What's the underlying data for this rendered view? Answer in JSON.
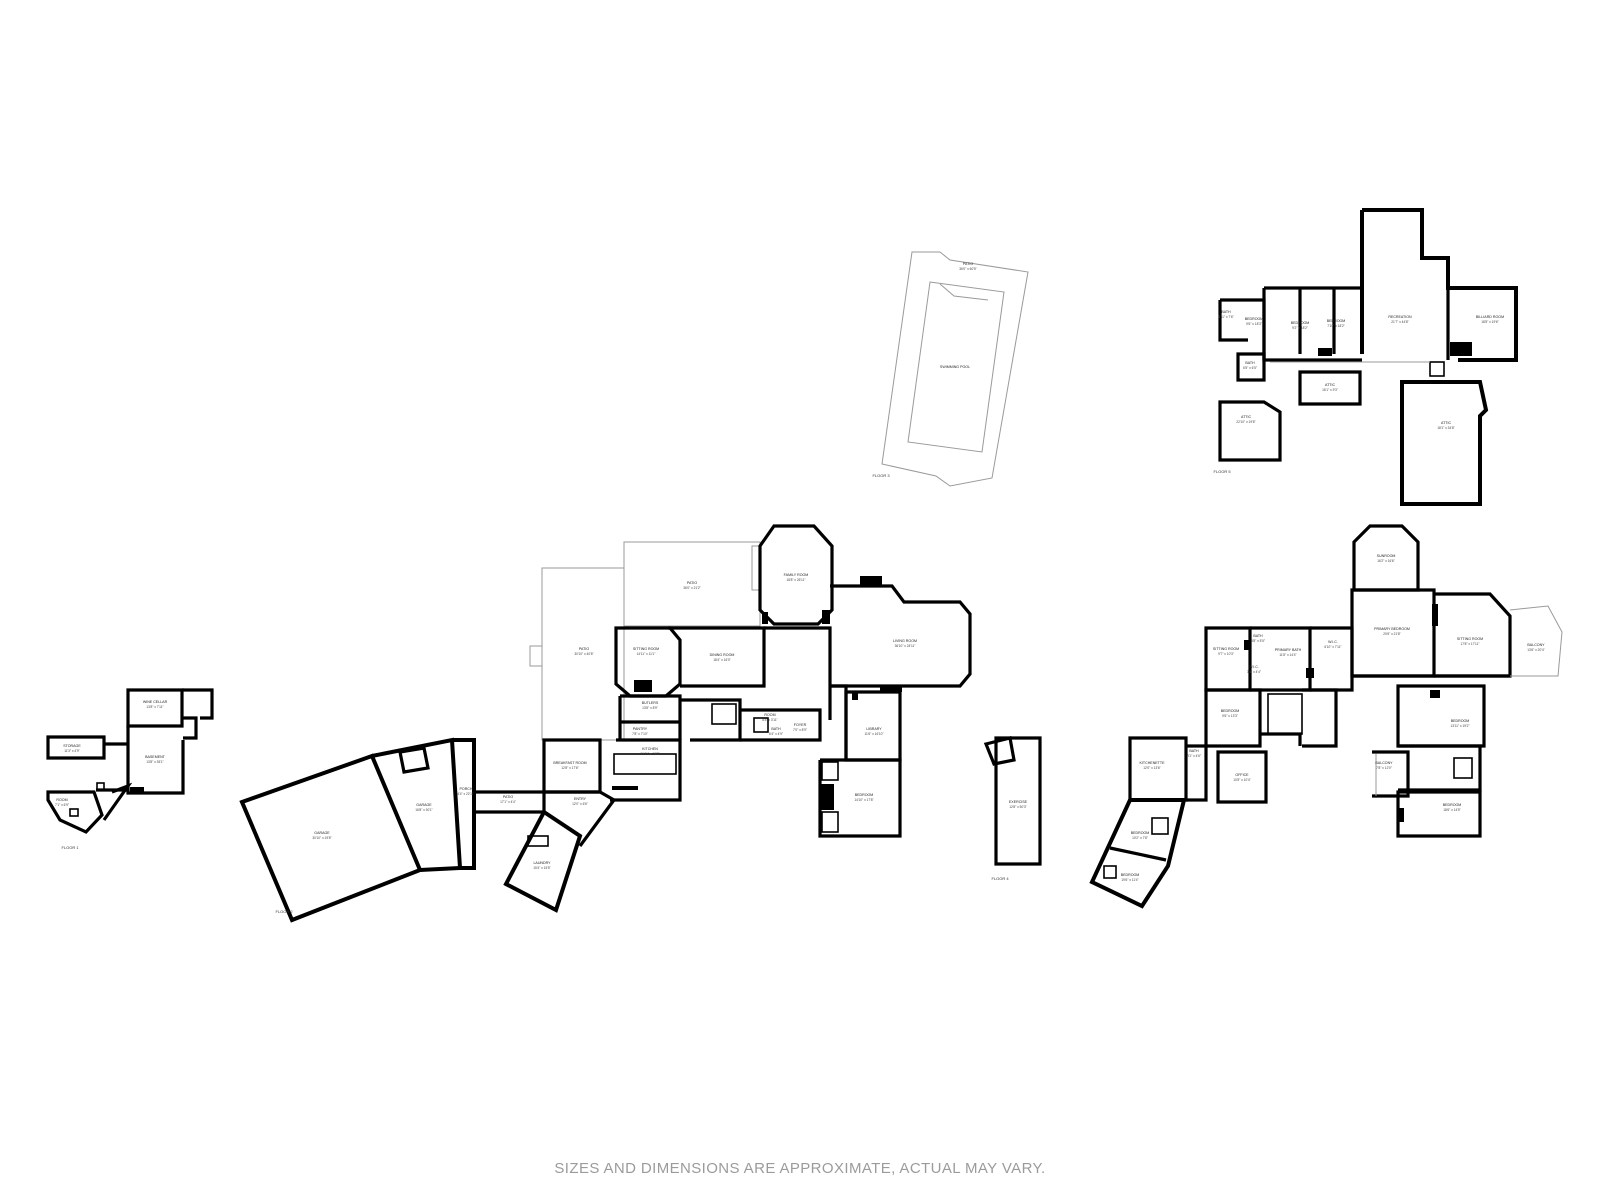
{
  "disclaimer": "SIZES AND DIMENSIONS ARE APPROXIMATE, ACTUAL MAY VARY.",
  "floors": [
    {
      "label": "FLOOR 1",
      "rooms": [
        {
          "name": "WINE CELLAR",
          "dims": "13'8\" x 7'11\""
        },
        {
          "name": "STORAGE",
          "dims": "11'3\" x 4'9\""
        },
        {
          "name": "BASEMENT",
          "dims": "13'8\" x 35'1\""
        },
        {
          "name": "ROOM",
          "dims": "7'1\" x 6'9\""
        }
      ]
    },
    {
      "label": "FLOOR 2",
      "rooms": [
        {
          "name": "PATIO",
          "dims": "36'0\" x 21'2\""
        },
        {
          "name": "FAMILY ROOM",
          "dims": "18'8\" x 26'11\""
        },
        {
          "name": "PATIO",
          "dims": "30'10\" x 40'8\""
        },
        {
          "name": "SITTING ROOM",
          "dims": "14'11\" x 11'1\""
        },
        {
          "name": "DINING ROOM",
          "dims": "18'4\" x 16'0\""
        },
        {
          "name": "LIVING ROOM",
          "dims": "36'10\" x 24'11\""
        },
        {
          "name": "BUTLERS",
          "dims": "13'8\" x 8'9\""
        },
        {
          "name": "PANTRY",
          "dims": "7'8\" x 7'10\""
        },
        {
          "name": "KITCHEN",
          "dims": "31'11\" x 18'7\""
        },
        {
          "name": "BREAKFAST ROOM",
          "dims": "12'8\" x 17'6\""
        },
        {
          "name": "ROOM",
          "dims": "8'8\" x 3'11\""
        },
        {
          "name": "FOYER",
          "dims": "7'0\" x 8'9\""
        },
        {
          "name": "BATH",
          "dims": "6'4\" x 4'9\""
        },
        {
          "name": "LIBRARY",
          "dims": "11'6\" x 16'10\""
        },
        {
          "name": "BEDROOM",
          "dims": "14'10\" x 17'8\""
        },
        {
          "name": "GARAGE",
          "dims": "30'10\" x 19'8\""
        },
        {
          "name": "GARAGE",
          "dims": "16'8\" x 30'1\""
        },
        {
          "name": "PORCH",
          "dims": "4'4\" x 22'11\""
        },
        {
          "name": "PATIO",
          "dims": "17'1\" x 4'4\""
        },
        {
          "name": "ENTRY",
          "dims": "12'0\" x 6'6\""
        },
        {
          "name": "LAUNDRY",
          "dims": "15'4\" x 15'5\""
        }
      ]
    },
    {
      "label": "FLOOR 3",
      "rooms": [
        {
          "name": "PATIO",
          "dims": "36'0\" x 60'5\""
        },
        {
          "name": "SWIMMING POOL",
          "dims": ""
        }
      ]
    },
    {
      "label": "FLOOR 4",
      "rooms": [
        {
          "name": "SUNROOM",
          "dims": "16'2\" x 16'6\""
        },
        {
          "name": "PRIMARY BEDROOM",
          "dims": "20'6\" x 21'8\""
        },
        {
          "name": "SITTING ROOM",
          "dims": "17'8\" x 17'11\""
        },
        {
          "name": "BALCONY",
          "dims": "13'6\" x 20'4\""
        },
        {
          "name": "SITTING ROOM",
          "dims": "9'7\" x 10'3\""
        },
        {
          "name": "BATH",
          "dims": "3'8\" x 5'5\""
        },
        {
          "name": "PRIMARY BATH",
          "dims": "11'8\" x 14'4\""
        },
        {
          "name": "W.I.C.",
          "dims": "6'10\" x 7'11\""
        },
        {
          "name": "W.I.C.",
          "dims": "3'4\" x 4'4\""
        },
        {
          "name": "BEDROOM",
          "dims": "9'6\" x 13'3\""
        },
        {
          "name": "BEDROOM",
          "dims": "13'11\" x 19'2\""
        },
        {
          "name": "KITCHENETTE",
          "dims": "12'0\" x 13'6\""
        },
        {
          "name": "BATH",
          "dims": "8'1\" x 4'6\""
        },
        {
          "name": "OFFICE",
          "dims": "10'5\" x 10'4\""
        },
        {
          "name": "BALCONY",
          "dims": "7'8\" x 12'0\""
        },
        {
          "name": "BEDROOM",
          "dims": "18'6\" x 14'5\""
        },
        {
          "name": "BEDROOM",
          "dims": "10'2\" x 7'8\""
        },
        {
          "name": "BEDROOM",
          "dims": "19'6\" x 11'4\""
        },
        {
          "name": "EXERCISE",
          "dims": "12'8\" x 50'3\""
        }
      ]
    },
    {
      "label": "FLOOR 5",
      "rooms": [
        {
          "name": "RECREATION",
          "dims": "21'7\" x 44'8\""
        },
        {
          "name": "BILLIARD ROOM",
          "dims": "18'5\" x 19'6\""
        },
        {
          "name": "BEDROOM",
          "dims": "9'6\" x 18'3\""
        },
        {
          "name": "BEDROOM",
          "dims": "9'2\" x 18'2\""
        },
        {
          "name": "BEDROOM",
          "dims": "7'10\" x 18'2\""
        },
        {
          "name": "BATH",
          "dims": "5'11\" x 7'6\""
        },
        {
          "name": "BATH",
          "dims": "6'5\" x 6'5\""
        },
        {
          "name": "ATTIC",
          "dims": "16'1\" x 9'3\""
        },
        {
          "name": "ATTIC",
          "dims": "22'10\" x 19'8\""
        },
        {
          "name": "ATTIC",
          "dims": "18'1\" x 34'8\""
        }
      ]
    }
  ]
}
